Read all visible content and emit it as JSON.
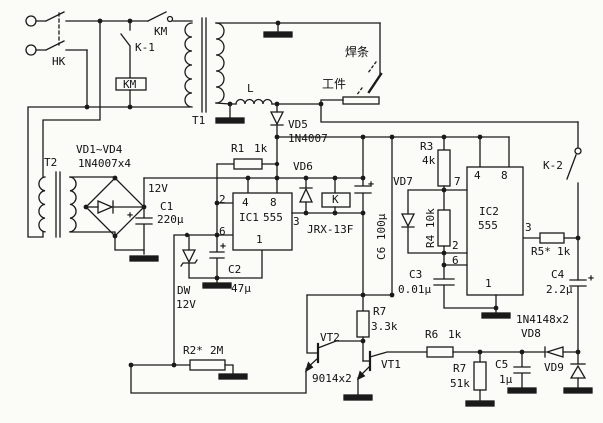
{
  "figure": {
    "type": "circuit-schematic",
    "description": "Welding machine power-saver control circuit with two 555 timers, relay and contactor"
  },
  "labels": {
    "hk": "HK",
    "km_contact": "KM",
    "k1": "K-1",
    "km_coil": "KM",
    "t1": "T1",
    "t2": "T2",
    "l": "L",
    "electrode": "焊条",
    "workpiece": "工件",
    "vd5": "VD5",
    "vd5_part": "1N4007",
    "vd1_4": "VD1~VD4",
    "vd1_4_part": "1N4007x4",
    "v12": "12V",
    "c1": "C1",
    "c1_val": "220μ",
    "dw": "DW",
    "dw_val": "12V",
    "c2": "C2",
    "c2_val": "47μ",
    "r1": "R1",
    "r1_val": "1k",
    "ic1": "IC1",
    "ic1_type": "555",
    "ic1_pin2": "2",
    "ic1_pin4": "4",
    "ic1_pin8": "8",
    "ic1_pin6": "6",
    "ic1_pin3": "3",
    "ic1_pin1": "1",
    "vd6": "VD6",
    "relay": "K",
    "relay_part": "JRX-13F",
    "c6": "C6 100μ",
    "r3": "R3",
    "r3_val": "4k",
    "vd7": "VD7",
    "r4": "R4 10k",
    "ic2": "IC2",
    "ic2_type": "555",
    "ic2_pin4": "4",
    "ic2_pin8": "8",
    "ic2_pin7": "7",
    "ic2_pin2": "2",
    "ic2_pin6": "6",
    "ic2_pin3": "3",
    "ic2_pin1": "1",
    "c3": "C3",
    "c3_val": "0.01μ",
    "k2": "K-2",
    "r5": "R5*",
    "r5_val": "1k",
    "c4": "C4",
    "c4_val": "2.2μ",
    "r2": "R2*",
    "r2_val": "2M",
    "vt2": "VT2",
    "vt1": "VT1",
    "vt_part": "9014x2",
    "r7a": "R7",
    "r7a_val": "3.3k",
    "r6": "R6",
    "r6_val": "1k",
    "r7b": "R7",
    "r7b_val": "51k",
    "c5": "C5",
    "c5_val": "1μ",
    "vd89_part": "1N4148x2",
    "vd8": "VD8",
    "vd9": "VD9",
    "plus": "+"
  }
}
